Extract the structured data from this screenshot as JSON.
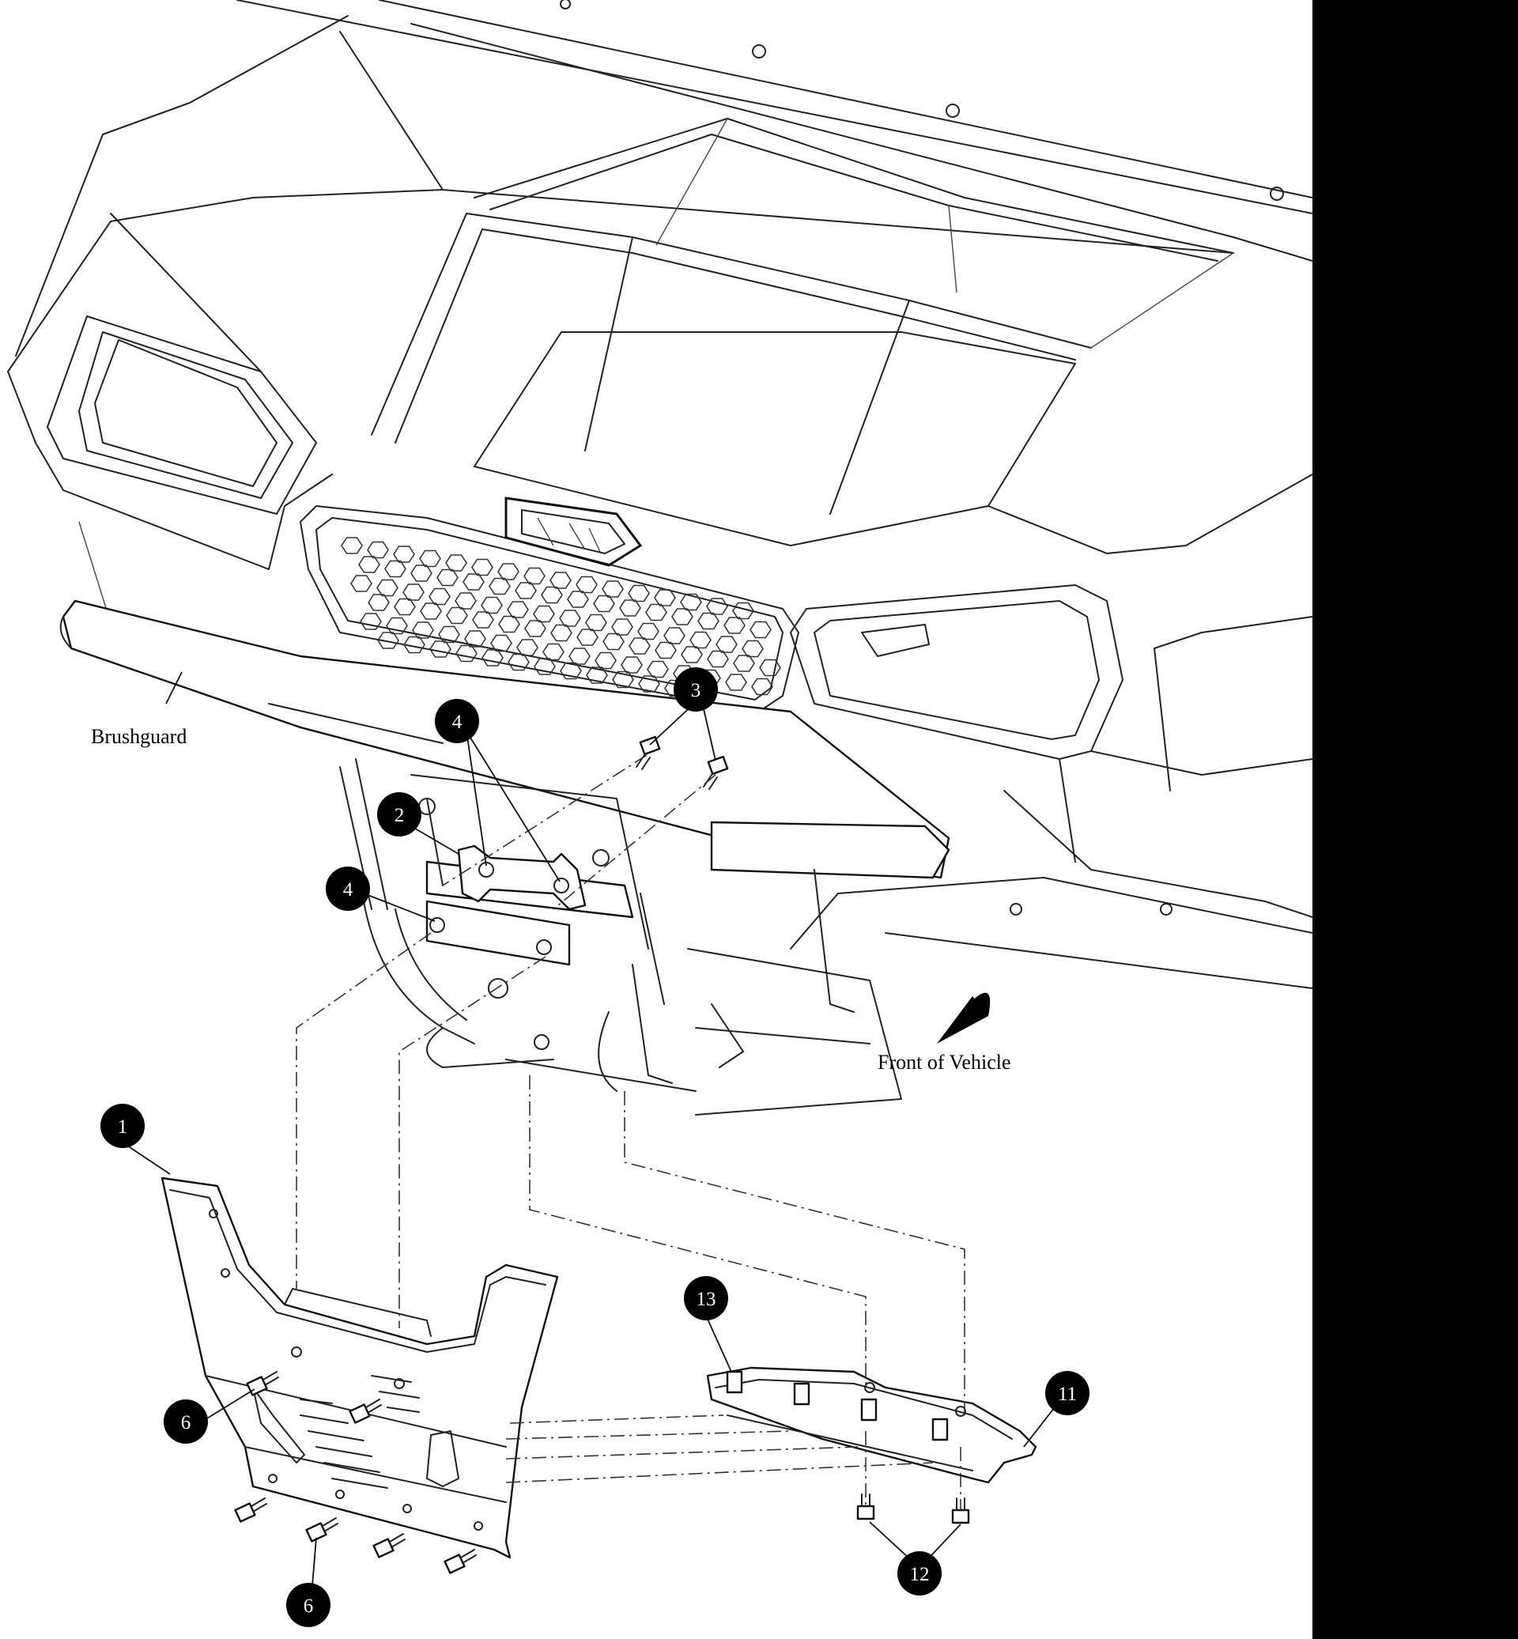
{
  "labels": {
    "brushguard": "Brushguard",
    "front_of_vehicle": "Front of Vehicle"
  },
  "callouts": [
    "1",
    "2",
    "3",
    "4",
    "4",
    "6",
    "6",
    "11",
    "12",
    "13"
  ],
  "colors": {
    "line": "#222222",
    "callout_fill": "#000000",
    "callout_text": "#ffffff",
    "background": "#ffffff",
    "side_band": "#000000"
  },
  "icons": [
    "front-direction-arrow-icon"
  ]
}
